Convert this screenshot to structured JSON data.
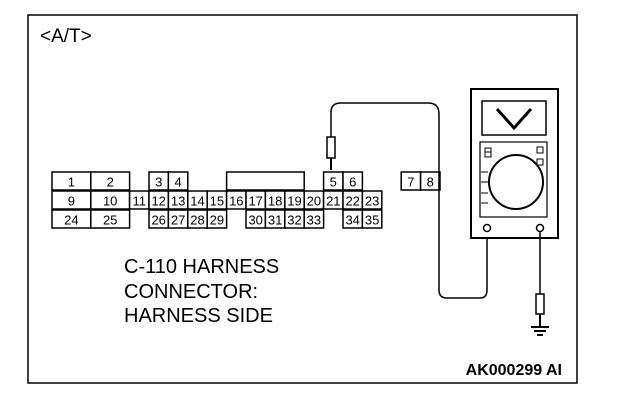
{
  "diagram": {
    "tag": "<A/T>",
    "reference": "AK000299 AI",
    "connector_label_lines": [
      "C-110 HARNESS",
      "CONNECTOR:",
      "HARNESS SIDE"
    ],
    "connector": {
      "row1": [
        {
          "pin": "1",
          "col": 0,
          "span": 2
        },
        {
          "pin": "2",
          "col": 2,
          "span": 2
        },
        {
          "pin": "3",
          "col": 5,
          "span": 1
        },
        {
          "pin": "4",
          "col": 6,
          "span": 1
        },
        {
          "pin": "",
          "col": 9,
          "span": 4,
          "blank": true
        },
        {
          "pin": "5",
          "col": 14,
          "span": 1
        },
        {
          "pin": "6",
          "col": 15,
          "span": 1
        },
        {
          "pin": "7",
          "col": 18,
          "span": 1
        },
        {
          "pin": "8",
          "col": 19,
          "span": 1
        }
      ],
      "row2": [
        {
          "pin": "9",
          "col": 0,
          "span": 2
        },
        {
          "pin": "10",
          "col": 2,
          "span": 2
        },
        {
          "pin": "11",
          "col": 4,
          "span": 1
        },
        {
          "pin": "12",
          "col": 5,
          "span": 1
        },
        {
          "pin": "13",
          "col": 6,
          "span": 1
        },
        {
          "pin": "14",
          "col": 7,
          "span": 1
        },
        {
          "pin": "15",
          "col": 8,
          "span": 1
        },
        {
          "pin": "16",
          "col": 9,
          "span": 1
        },
        {
          "pin": "17",
          "col": 10,
          "span": 1
        },
        {
          "pin": "18",
          "col": 11,
          "span": 1
        },
        {
          "pin": "19",
          "col": 12,
          "span": 1
        },
        {
          "pin": "20",
          "col": 13,
          "span": 1
        },
        {
          "pin": "21",
          "col": 14,
          "span": 1
        },
        {
          "pin": "22",
          "col": 15,
          "span": 1
        },
        {
          "pin": "23",
          "col": 16,
          "span": 1
        }
      ],
      "row3": [
        {
          "pin": "24",
          "col": 0,
          "span": 2
        },
        {
          "pin": "25",
          "col": 2,
          "span": 2
        },
        {
          "pin": "26",
          "col": 5,
          "span": 1
        },
        {
          "pin": "27",
          "col": 6,
          "span": 1
        },
        {
          "pin": "28",
          "col": 7,
          "span": 1
        },
        {
          "pin": "29",
          "col": 8,
          "span": 1
        },
        {
          "pin": "30",
          "col": 10,
          "span": 1
        },
        {
          "pin": "31",
          "col": 11,
          "span": 1
        },
        {
          "pin": "32",
          "col": 12,
          "span": 1
        },
        {
          "pin": "33",
          "col": 13,
          "span": 1
        },
        {
          "pin": "34",
          "col": 15,
          "span": 1
        },
        {
          "pin": "35",
          "col": 16,
          "span": 1
        }
      ]
    }
  }
}
